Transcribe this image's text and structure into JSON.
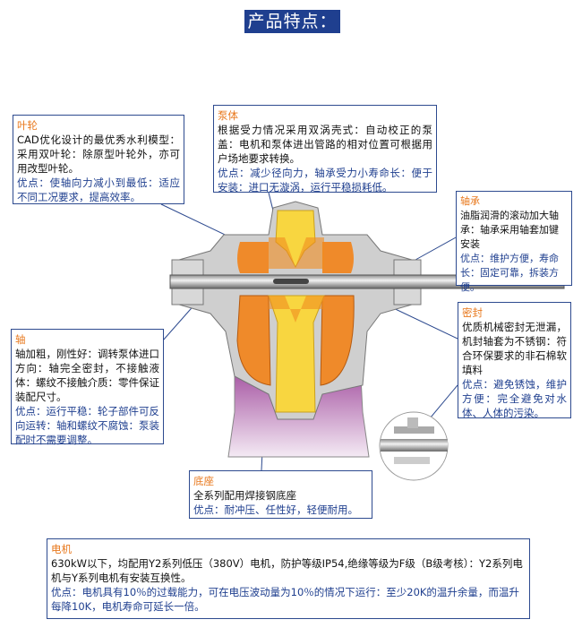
{
  "title": "产品特点：",
  "impeller": {
    "label": "叶轮",
    "desc": "CAD优化设计的最优秀水利模型：采用双叶轮：除原型叶轮外，亦可用改型叶轮。",
    "adv": "优点：使轴向力减小到最低：适应不同工况要求，提高效率。"
  },
  "casing": {
    "label": "泵体",
    "desc": "根据受力情况采用双涡壳式：自动校正的泵盖：电机和泵体进出管路的相对位置可根据用户场地要求转换。",
    "adv": "优点：减少径向力，轴承受力小寿命长：便于安装：进口无漩涡，运行平稳损耗低。"
  },
  "bearing": {
    "label": "轴承",
    "desc": "油脂润滑的滚动加大轴承：轴承采用轴套加键安装",
    "adv": "优点：维护方便，寿命长：固定可靠，拆装方便。"
  },
  "shaft": {
    "label": "轴",
    "desc": "轴加粗，刚性好：调转泵体进口方向：轴完全密封，不接触液体：螺纹不接触介质：零件保证装配尺寸。",
    "adv": "优点：运行平稳：轮子部件可反向运转：轴和螺纹不腐蚀：泵装配时不需要调整。"
  },
  "seal": {
    "label": "密封",
    "desc": "优质机械密封无泄漏，机封轴套为不锈钢：符合环保要求的非石棉软填料",
    "adv": "优点：避免锈蚀，维护方便：完全避免对水体、人体的污染。"
  },
  "base": {
    "label": "底座",
    "desc": "全系列配用焊接钢底座",
    "adv": "优点：耐冲压、任性好，轻便耐用。"
  },
  "motor": {
    "label": "电机",
    "desc": "630kW以下，均配用Y2系列低压（380V）电机，防护等级IP54,绝缘等级为F级（B级考核）：Y2系列电机与Y系列电机有安装互换性。",
    "adv": "优点：电机具有10％的过载能力，可在电压波动量为10％的情况下运行：至少20K的温升余量，而温升每降10K，电机寿命可延长一倍。"
  },
  "colors": {
    "accent": "#1f3f8f",
    "label": "#e8791e",
    "casing_fill": "#ef8a2a",
    "impeller_fill": "#f8d640",
    "base_fill": "#a64aa0"
  }
}
